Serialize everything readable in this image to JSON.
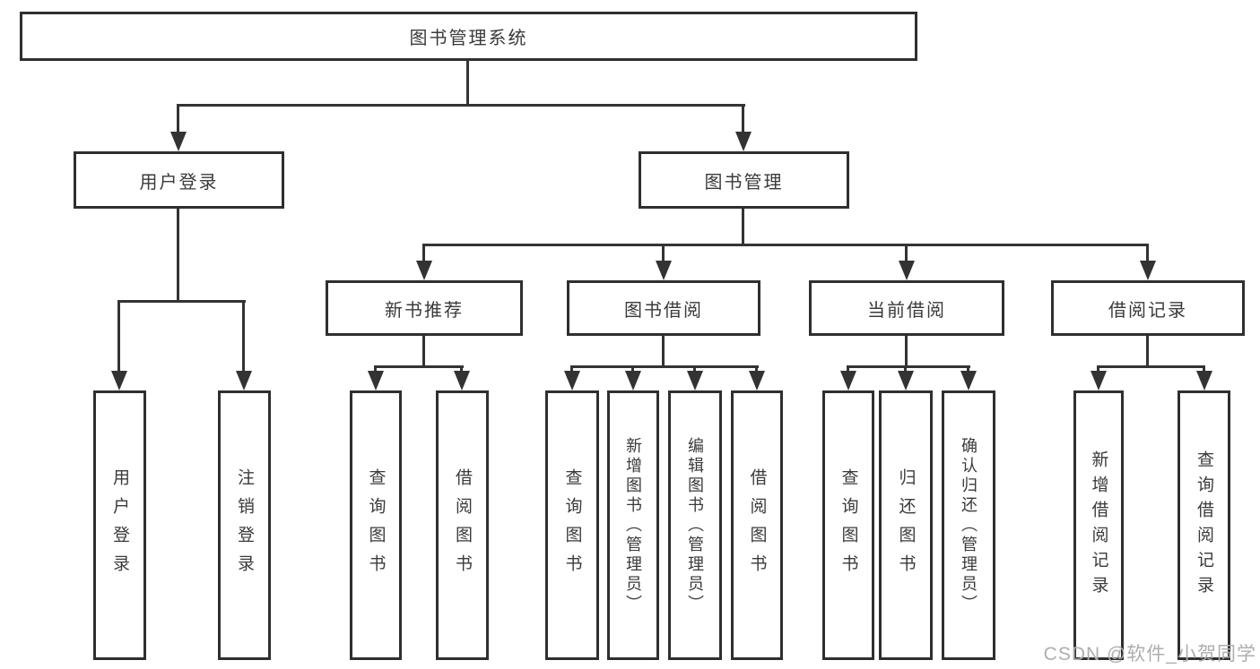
{
  "tree": {
    "label": "图书管理系统",
    "children": [
      {
        "label": "用户登录",
        "children": [
          {
            "label": "用户登录"
          },
          {
            "label": "注销登录"
          }
        ]
      },
      {
        "label": "图书管理",
        "children": [
          {
            "label": "新书推荐",
            "children": [
              {
                "label": "查询图书"
              },
              {
                "label": "借阅图书"
              }
            ]
          },
          {
            "label": "图书借阅",
            "children": [
              {
                "label": "查询图书"
              },
              {
                "label": "新增图书（管理员）"
              },
              {
                "label": "编辑图书（管理员）"
              },
              {
                "label": "借阅图书"
              }
            ]
          },
          {
            "label": "当前借阅",
            "children": [
              {
                "label": "查询图书"
              },
              {
                "label": "归还图书"
              },
              {
                "label": "确认归还（管理员）"
              }
            ]
          },
          {
            "label": "借阅记录",
            "children": [
              {
                "label": "新增借阅记录"
              },
              {
                "label": "查询借阅记录"
              }
            ]
          }
        ]
      }
    ]
  },
  "watermark": "CSDN @软件_小贺同学",
  "colors": {
    "line": "#333333",
    "box_border": "#2f2f2f",
    "text": "#3a3a3a",
    "watermark": "#aeaeae",
    "background": "#ffffff"
  }
}
